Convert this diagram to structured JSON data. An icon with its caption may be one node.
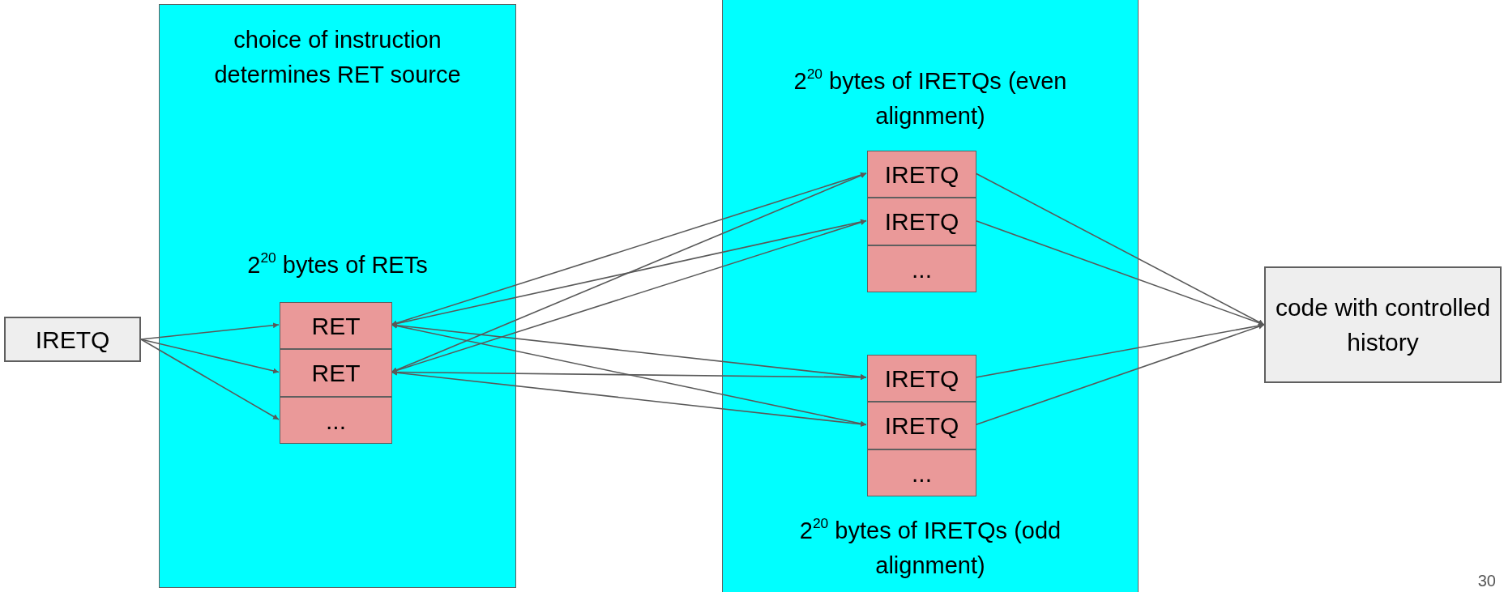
{
  "diagram": {
    "nodes": [
      {
        "text": [
          "IRETQ"
        ]
      },
      {
        "text": [
          "choice of instruction determines RET source",
          "2$^{20}$ bytes of RETs"
        ]
      },
      {
        "text": [
          "RET"
        ],
        "in": 1
      },
      {
        "text": [
          "RET"
        ],
        "in": 1
      },
      {
        "text": [
          "..."
        ],
        "in": 1
      },
      {
        "text": [
          "2$^{20}$ bytes of IRETQs (even alignment)",
          "2$^{20}$ bytes of IRETQs (odd alignment)"
        ]
      },
      {
        "text": [
          "IRETQ"
        ],
        "in": 5
      },
      {
        "text": [
          "IRETQ"
        ],
        "in": 5
      },
      {
        "text": [
          "..."
        ],
        "in": 5
      },
      {
        "text": [
          "IRETQ"
        ],
        "in": 5
      },
      {
        "text": [
          "IRETQ"
        ],
        "in": 5
      },
      {
        "text": [
          "..."
        ],
        "in": 5
      },
      {
        "text": [
          "code with controlled history"
        ]
      }
    ],
    "edges": [
      {
        "from": 0,
        "to": 2,
        "arrow": "to"
      },
      {
        "from": 0,
        "to": 3,
        "arrow": "to"
      },
      {
        "from": 0,
        "to": 4,
        "arrow": "to"
      },
      {
        "from": 2,
        "to": 6,
        "arrow": "both"
      },
      {
        "from": 2,
        "to": 7,
        "arrow": "both"
      },
      {
        "from": 3,
        "to": 6,
        "arrow": "both"
      },
      {
        "from": 3,
        "to": 7,
        "arrow": "both"
      },
      {
        "from": 2,
        "to": 9,
        "arrow": "both"
      },
      {
        "from": 2,
        "to": 10,
        "arrow": "both"
      },
      {
        "from": 3,
        "to": 9,
        "arrow": "both"
      },
      {
        "from": 3,
        "to": 10,
        "arrow": "both"
      },
      {
        "from": 6,
        "to": 12,
        "arrow": "to"
      },
      {
        "from": 7,
        "to": 12,
        "arrow": "to"
      },
      {
        "from": 9,
        "to": 12,
        "arrow": "to"
      },
      {
        "from": 10,
        "to": 12,
        "arrow": "to"
      }
    ],
    "labels": [
      "30"
    ]
  }
}
